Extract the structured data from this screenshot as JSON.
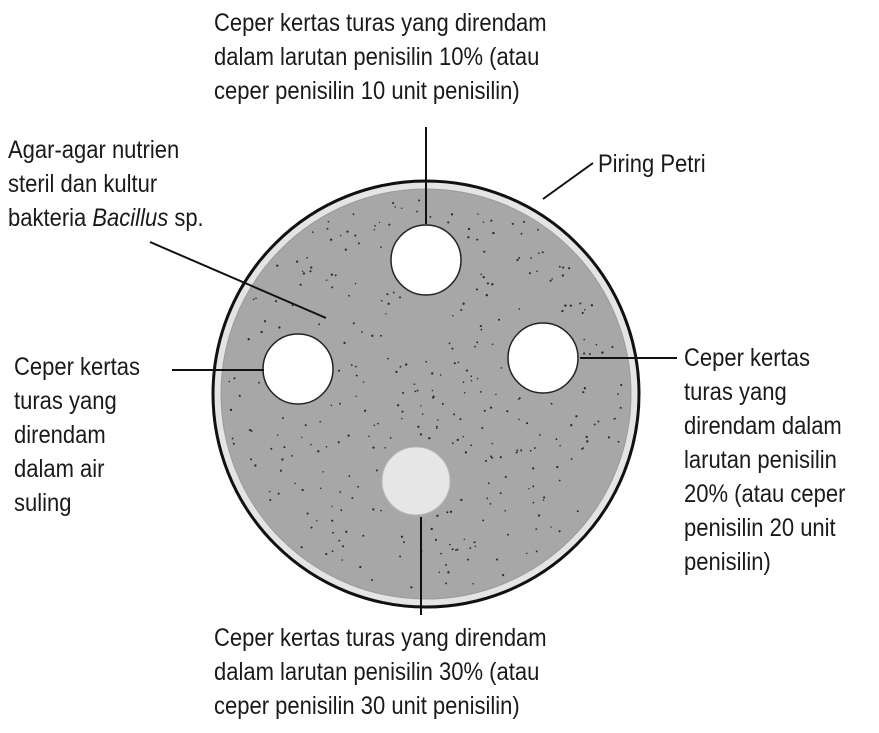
{
  "labels": {
    "top_disc": {
      "lines": [
        "Ceper kertas turas yang direndam",
        "dalam larutan penisilin 10% (atau",
        "ceper penisilin 10 unit penisilin)"
      ]
    },
    "agar": {
      "line1": "Agar-agar nutrien",
      "line2": "steril dan kultur",
      "line3_prefix": "bakteria ",
      "line3_italic": "Bacillus",
      "line3_suffix": " sp."
    },
    "petri": "Piring Petri",
    "left_disc": {
      "lines": [
        "Ceper kertas",
        "turas yang",
        "direndam",
        "dalam air",
        "suling"
      ]
    },
    "right_disc": {
      "lines": [
        "Ceper kertas",
        "turas yang",
        "direndam dalam",
        "larutan penisilin",
        "20% (atau ceper",
        "penisilin 20 unit",
        "penisilin)"
      ]
    },
    "bottom_disc": {
      "lines": [
        "Ceper kertas turas yang direndam",
        "dalam larutan penisilin 30% (atau",
        "ceper penisilin 30 unit penisilin)"
      ]
    }
  },
  "colors": {
    "agar": "#a7a7a7",
    "dish_rim": "#e4e4e4",
    "outline": "#111111",
    "clear_zone": "#ffffff",
    "bottom_disc": "#e6e6e6"
  }
}
